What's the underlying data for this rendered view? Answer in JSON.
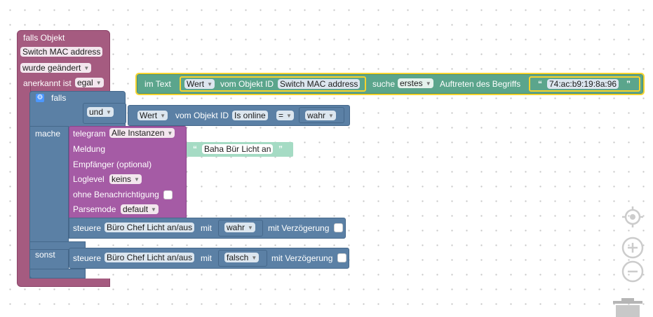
{
  "event_block": {
    "title": "falls Objekt",
    "object": "Switch MAC address",
    "changed": "wurde geändert",
    "ack_label": "anerkannt ist",
    "ack_value": "egal"
  },
  "if_block": {
    "falls": "falls",
    "mache": "mache",
    "sonst": "sonst",
    "und": "und"
  },
  "condition": {
    "attr": "Wert",
    "of_object": "vom Objekt ID",
    "object": "Is online",
    "op": "=",
    "value": "wahr"
  },
  "find_block": {
    "in_text": "im Text",
    "attr": "Wert",
    "of_object": "vom Objekt ID",
    "object": "Switch MAC address",
    "search": "suche",
    "which": "erstes",
    "occurrence": "Auftreten des Begriffs",
    "term": "74:ac:b9:19:8a:96"
  },
  "telegram": {
    "title": "telegram",
    "instance": "Alle Instanzen",
    "message_label": "Meldung",
    "message_value": "Baha Bür Licht an",
    "recipient": "Empfänger (optional)",
    "loglevel_label": "Loglevel",
    "loglevel_value": "keins",
    "silent": "ohne Benachrichtigung",
    "parsemode_label": "Parsemode",
    "parsemode_value": "default"
  },
  "control1": {
    "label": "steuere",
    "object": "Büro Chef Licht an/aus",
    "with": "mit",
    "value": "wahr",
    "delay": "mit Verzögerung"
  },
  "control2": {
    "label": "steuere",
    "object": "Büro Chef Licht an/aus",
    "with": "mit",
    "value": "falsch",
    "delay": "mit Verzögerung"
  },
  "colors": {
    "event": "#a55b80",
    "logic": "#5b80a5",
    "telegram": "#a55ba5",
    "text": "#5ba58c",
    "selection": "#f5d32d"
  }
}
